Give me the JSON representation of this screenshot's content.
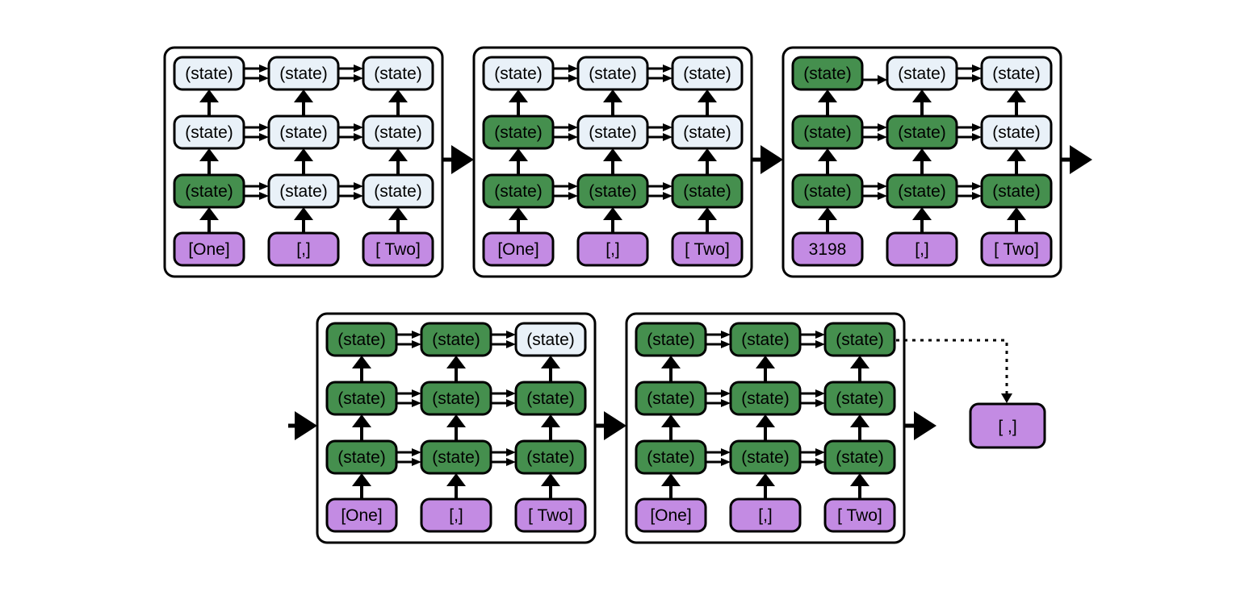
{
  "colors": {
    "active": "#458f4e",
    "inactive": "#e9f1f8",
    "token": "#c38be3",
    "stroke": "#000000",
    "frame_bg": "#ffffff"
  },
  "state_label": "(state)",
  "panels": [
    {
      "tokens": [
        "[One]",
        "[,]",
        "[ Two]"
      ],
      "active": [
        [
          false,
          false,
          false
        ],
        [
          false,
          false,
          false
        ],
        [
          true,
          false,
          false
        ]
      ]
    },
    {
      "tokens": [
        "[One]",
        "[,]",
        "[ Two]"
      ],
      "active": [
        [
          false,
          false,
          false
        ],
        [
          true,
          false,
          false
        ],
        [
          true,
          true,
          true
        ]
      ]
    },
    {
      "tokens": [
        "3198",
        "[,]",
        "[ Two]"
      ],
      "active": [
        [
          true,
          false,
          false
        ],
        [
          true,
          true,
          false
        ],
        [
          true,
          true,
          true
        ]
      ]
    },
    {
      "tokens": [
        "[One]",
        "[,]",
        "[ Two]"
      ],
      "active": [
        [
          true,
          true,
          false
        ],
        [
          true,
          true,
          true
        ],
        [
          true,
          true,
          true
        ]
      ]
    },
    {
      "tokens": [
        "[One]",
        "[,]",
        "[ Two]"
      ],
      "active": [
        [
          true,
          true,
          true
        ],
        [
          true,
          true,
          true
        ],
        [
          true,
          true,
          true
        ]
      ]
    }
  ],
  "output_token": "[ ,]"
}
